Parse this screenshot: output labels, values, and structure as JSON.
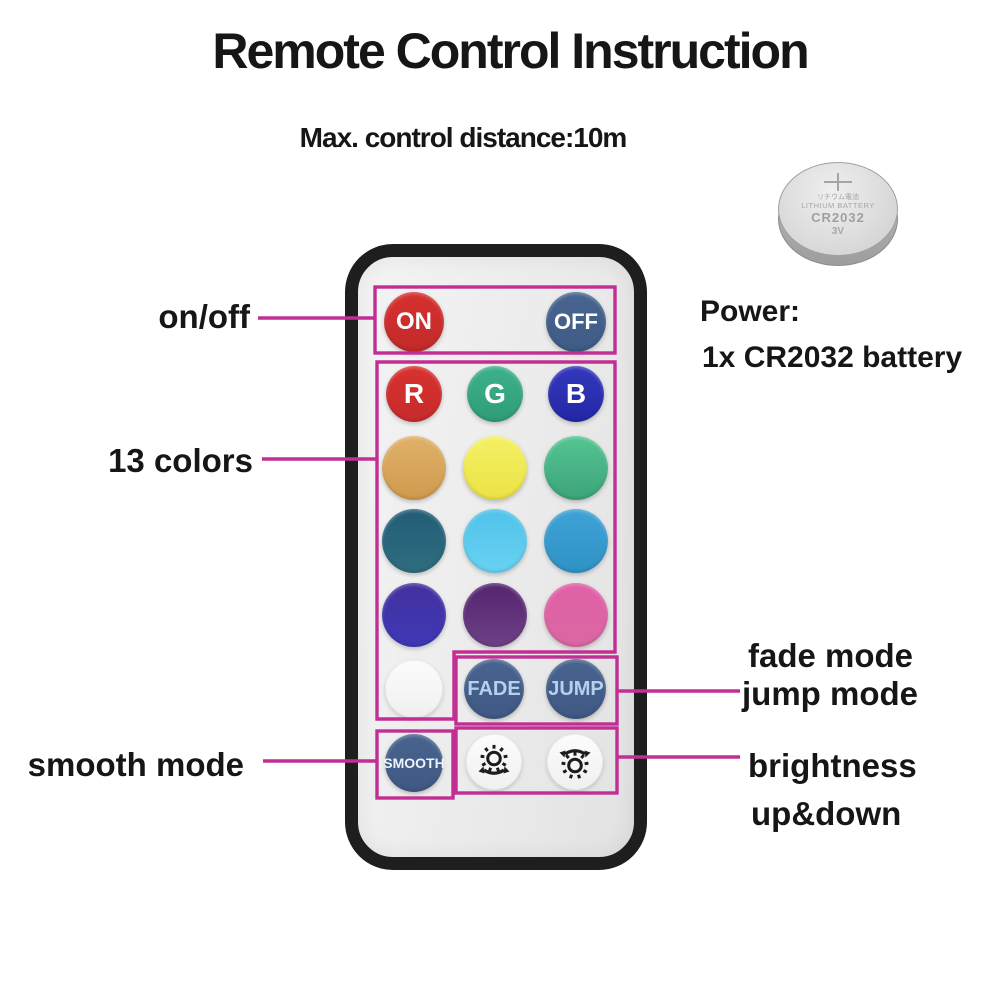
{
  "title": "Remote Control Instruction",
  "subtitle": "Max. control distance:10m",
  "power": {
    "label": "Power:",
    "value": "1x CR2032 battery"
  },
  "battery": {
    "plus_mark": "+",
    "line1": "リチウム電池",
    "line2": "LITHIUM BATTERY",
    "line3": "CR2032",
    "line4": "3V"
  },
  "callouts": {
    "on_off": "on/off",
    "colors13": "13 colors",
    "smooth": "smooth mode",
    "fade": "fade mode",
    "jump": "jump mode",
    "brightness": "brightness",
    "updown": "up&down"
  },
  "icons": {
    "brightness_down": "sun-with-down-arrows-icon",
    "brightness_up": "sun-with-up-arrows-icon"
  },
  "colors": {
    "accent_pink": "#c22e93",
    "remote_border": "#1e1e1e",
    "remote_face": "#ebebeb",
    "slate_button": "#47638e",
    "label_text": "#161616"
  },
  "remote": {
    "buttons": [
      {
        "name": "btn-on",
        "label": "ON",
        "top": "#d5312f",
        "bottom": "#c22a2a",
        "fg": "#ffffff"
      },
      {
        "name": "btn-off",
        "label": "OFF",
        "top": "#48658f",
        "bottom": "#3e5b86",
        "fg": "#ffffff"
      },
      {
        "name": "btn-r",
        "label": "R",
        "top": "#d8322f",
        "bottom": "#c62b2b",
        "fg": "#ffffff"
      },
      {
        "name": "btn-g",
        "label": "G",
        "top": "#3cb18c",
        "bottom": "#2f9d76",
        "fg": "#ffffff"
      },
      {
        "name": "btn-b",
        "label": "B",
        "top": "#3338bd",
        "bottom": "#2427a5",
        "fg": "#ffffff"
      },
      {
        "name": "btn-color-amber",
        "label": "",
        "top": "#e0b169",
        "bottom": "#cf9a4e"
      },
      {
        "name": "btn-color-yellow",
        "label": "",
        "top": "#f4f065",
        "bottom": "#ebe344"
      },
      {
        "name": "btn-color-green",
        "label": "",
        "top": "#55c492",
        "bottom": "#3ca47a"
      },
      {
        "name": "btn-color-teal",
        "label": "",
        "top": "#235d77",
        "bottom": "#2e6d7e"
      },
      {
        "name": "btn-color-skyblue",
        "label": "",
        "top": "#50c2e9",
        "bottom": "#68d2f2"
      },
      {
        "name": "btn-color-steelblue",
        "label": "",
        "top": "#3fa2d7",
        "bottom": "#2f92c5"
      },
      {
        "name": "btn-color-indigo",
        "label": "",
        "top": "#43319e",
        "bottom": "#3e38b7"
      },
      {
        "name": "btn-color-purple",
        "label": "",
        "top": "#552470",
        "bottom": "#6d4185"
      },
      {
        "name": "btn-color-pink",
        "label": "",
        "top": "#e160a7",
        "bottom": "#da67a3"
      },
      {
        "name": "btn-color-white",
        "label": "",
        "top": "#fcfcfc",
        "bottom": "#efefef"
      },
      {
        "name": "btn-fade",
        "label": "FADE",
        "top": "#47638e",
        "bottom": "#405984",
        "fg": "#b5d0ec"
      },
      {
        "name": "btn-jump",
        "label": "JUMP",
        "top": "#47638e",
        "bottom": "#405984",
        "fg": "#b5d0ec"
      },
      {
        "name": "btn-smooth",
        "label": "SMOOTH",
        "top": "#47638e",
        "bottom": "#405984",
        "fg": "#eef3fa"
      },
      {
        "name": "btn-brightness-down",
        "label": "",
        "top": "#fcfcfc",
        "bottom": "#f0f0f0"
      },
      {
        "name": "btn-brightness-up",
        "label": "",
        "top": "#fcfcfc",
        "bottom": "#f0f0f0"
      }
    ]
  }
}
